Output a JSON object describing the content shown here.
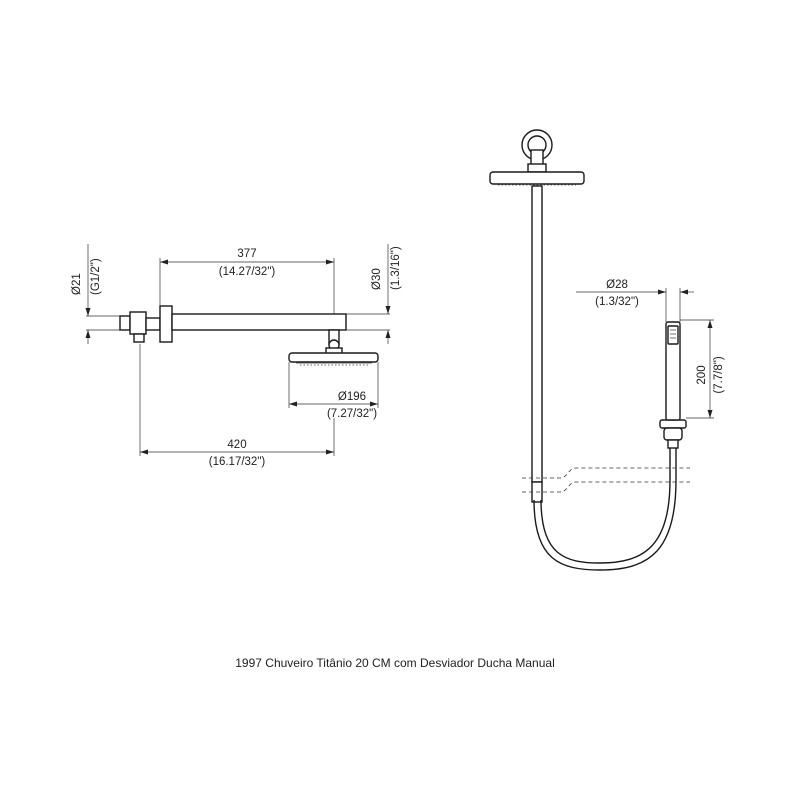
{
  "caption": "1997 Chuveiro Titânio 20 CM com Desviador Ducha Manual",
  "dimensions": {
    "arm_length_mm": "377",
    "arm_length_in": "(14.27/32\")",
    "inlet_diameter_mm": "Ø21",
    "inlet_diameter_in": "(G1/2\")",
    "arm_height_mm": "Ø30",
    "arm_height_in": "(1.3/16\")",
    "head_diameter_mm": "Ø196",
    "head_diameter_in": "(7.27/32\")",
    "projection_mm": "420",
    "projection_in": "(16.17/32\")",
    "hand_diameter_mm": "Ø28",
    "hand_diameter_in": "(1.3/32\")",
    "hand_length_mm": "200",
    "hand_length_in": "(7.7/8\")"
  }
}
